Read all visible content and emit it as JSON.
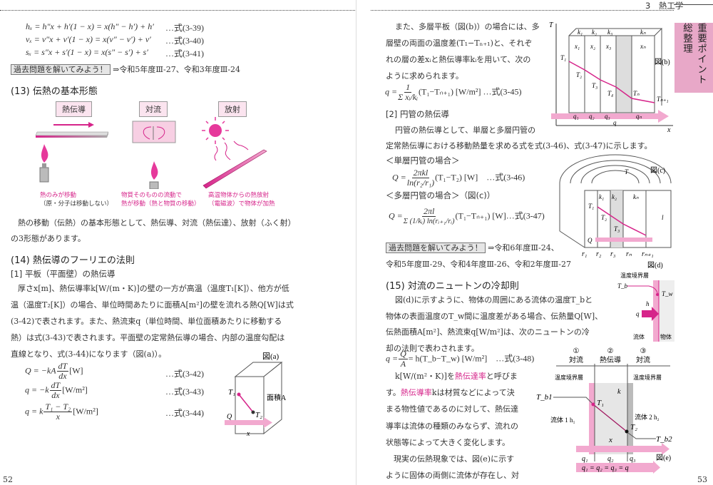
{
  "header": {
    "chapter": "3　熱工学",
    "side_tab": "重要ポイント総整理",
    "page_left": "52",
    "page_right": "53"
  },
  "left": {
    "eqs": [
      {
        "expr": "hₓ = h″x + h′(1 − x) = x(h″ − h′) + h′",
        "ref": "…式(3-39)"
      },
      {
        "expr": "vₓ = v″x + v′(1 − x) = x(v″ − v′) + v′",
        "ref": "…式(3-40)"
      },
      {
        "expr": "sₓ = s″x + s′(1 − x) = x(s″ − s′) + s′",
        "ref": "…式(3-41)"
      }
    ],
    "past_label": "過去問題を解いてみよう！",
    "past_refs": "⇒令和5年度Ⅲ-27、令和3年度Ⅲ-24",
    "sec13": "(13) 伝熱の基本形態",
    "modes": [
      {
        "label": "熱伝導",
        "cap1": "熱のみが移動",
        "cap2": "（原・分子は移動しない）"
      },
      {
        "label": "対流",
        "cap1": "物質そのものの流動で",
        "cap2": "熱が移動（熱と物質の移動）"
      },
      {
        "label": "放射",
        "cap1": "高温物体からの熱放射",
        "cap2": "（電磁波）で物体が加熱"
      }
    ],
    "para13": [
      "熱の移動（伝熱）の基本形態として、熱伝導、対流（熱伝達）、放射（ふく射）",
      "の3形態があります。"
    ],
    "sec14": "(14) 熱伝導のフーリエの法則",
    "sub1": "[1] 平板（平面壁）の熱伝導",
    "para14": [
      "厚さx[m]、熱伝導率k[W/(m・K)]の壁の一方が高温（温度T₁[K]）、他方が低",
      "温（温度T₂[K]）の場合、単位時間あたりに面積A[m²]の壁を流れる熱Q[W]は式",
      "(3-42)で表されます。また、熱流束q（単位時間、単位面積あたりに移動する",
      "熱）は式(3-43)で表されます。平面壁の定常熱伝導の場合、内部の温度勾配は",
      "直線となり、式(3-44)になります（図(a)）。"
    ],
    "eq42": {
      "pre": "Q = −kA",
      "num": "dT",
      "den": "dx",
      "post": "[W]",
      "ref": "…式(3-42)"
    },
    "eq43": {
      "pre": "q = −k",
      "num": "dT",
      "den": "dx",
      "post": "[W/m²]",
      "ref": "…式(3-43)"
    },
    "eq44": {
      "pre": "q = k",
      "num": "T₁ − T₂",
      "den": "x",
      "post": "[W/m²]",
      "ref": "…式(3-44)"
    },
    "fig_a": {
      "title": "図(a)",
      "t1": "T₁",
      "t2": "T₂",
      "area": "面積A",
      "q": "Q",
      "x": "x"
    }
  },
  "right": {
    "para_b": [
      "また、多層平板（図(b)）の場合には、多",
      "層壁の両面の温度差(T₁−Tₙ₊₁)と、それぞ",
      "れの層の差xᵢと熱伝導率kᵢを用いて、次の",
      "ように求められます。"
    ],
    "eq45": {
      "pre": "q =",
      "num": "1",
      "den": "Σ xᵢ/kᵢ",
      "post": "(T₁−Tₙ₊₁) [W/m²] …式(3-45)"
    },
    "sub2": "[2] 円管の熱伝導",
    "para2": [
      "円管の熱伝導として、単層と多層円管の",
      "定常熱伝導における移動熱量を求める式を式(3-46)、式(3-47)に示します。"
    ],
    "single": "＜単層円管の場合＞",
    "eq46": {
      "pre": "Q =",
      "num": "2πkl",
      "den": "ln(r₂/r₁)",
      "post": "(T₁−T₂) [W]　…式(3-46)"
    },
    "multi": "＜多層円管の場合＞（図(c)）",
    "eq47": {
      "pre": "Q =",
      "num": "2πl",
      "den": "Σ (1/kᵢ) ln(rᵢ₊₁/rᵢ)",
      "post": "(T₁−Tₙ₊₁) [W]…式(3-47)"
    },
    "past_label": "過去問題を解いてみよう！",
    "past_refs1": "⇒令和6年度Ⅲ-24、",
    "past_refs2": "令和5年度Ⅲ-29、令和4年度Ⅲ-26、令和2年度Ⅲ-27",
    "sec15": "(15) 対流のニュートンの冷却則",
    "para15": [
      "図(d)に示すように、物体の周囲にある流体の温度T_bと",
      "物体の表面温度のT_w間に温度差がある場合、伝熱量Q[W]、",
      "伝熱面積A[m²]、熱流束q[W/m²]は、次のニュートンの冷",
      "却の法則で表わされます。"
    ],
    "eq48": {
      "pre": "q =",
      "num": "Q",
      "den": "A",
      "post": "= h(T_b−T_w) [W/m²]　…式(3-48)"
    },
    "para_k": [
      [
        {
          "t": "k[W/(m²・K)]を"
        },
        {
          "t": "熱伝達率",
          "pink": true
        },
        {
          "t": "と呼びま"
        }
      ],
      [
        {
          "t": "す。"
        },
        {
          "t": "熱伝導率",
          "pink": true
        },
        {
          "t": "kは材質などによって決"
        }
      ],
      [
        {
          "t": "まる物性値であるのに対して、熱伝達"
        }
      ],
      [
        {
          "t": "導率は流体の種類のみならず、流れの"
        }
      ],
      [
        {
          "t": "状態等によって大きく変化します。"
        }
      ],
      [
        {
          "t": "　現実の伝熱現象では、図(e)に示す"
        }
      ],
      [
        {
          "t": "ように固体の両側に流体が存在し、対"
        }
      ]
    ],
    "fig_b": {
      "title": "図(b)",
      "T": "T",
      "x_axis": "x",
      "k": [
        "k₁",
        "k₂",
        "k₃",
        "kₙ"
      ],
      "xs": [
        "x₁",
        "x₂",
        "x₃",
        "xₙ"
      ],
      "temps": [
        "T₁",
        "T₂",
        "T₃",
        "T₄",
        "Tₙ",
        "Tₙ₊₁"
      ],
      "q": [
        "q₁",
        "q₂",
        "q₃",
        "qₙ"
      ],
      "qtot": "q"
    },
    "fig_c": {
      "title": "図(c)",
      "T": "T",
      "k": [
        "k₁",
        "k₂",
        "kₙ"
      ],
      "temps": [
        "T₁",
        "T₂",
        "T₃"
      ],
      "l": "l",
      "r": [
        "r₁",
        "r₂",
        "r₃",
        "rₙ",
        "rₙ₊₁"
      ],
      "Q": "Q"
    },
    "fig_d": {
      "title": "図(d)",
      "layer": "温度境界層",
      "tb": "T_b",
      "tw": "T_w",
      "h": "h",
      "q": "q",
      "fluid": "流体",
      "body": "物体"
    },
    "fig_e": {
      "title": "図(e)",
      "zones": [
        {
          "n": "①",
          "t": "対流"
        },
        {
          "n": "②",
          "t": "熱伝導"
        },
        {
          "n": "③",
          "t": "対流"
        }
      ],
      "layer": "温度境界層",
      "k": "k",
      "tb1": "T_b1",
      "tb2": "T_b2",
      "t1": "T₁",
      "t2": "T₂",
      "f1": "流体 1  h₁",
      "f2": "流体 2  h₂",
      "x": "x",
      "q1": "q₁",
      "q2": "q₂",
      "q3": "q₃",
      "qeq": "q₁ = q₂ = q₃ = q"
    }
  },
  "colors": {
    "accent": "#d6248a",
    "tab": "#e8a8c8",
    "label_bg": "#fbe4ef"
  }
}
